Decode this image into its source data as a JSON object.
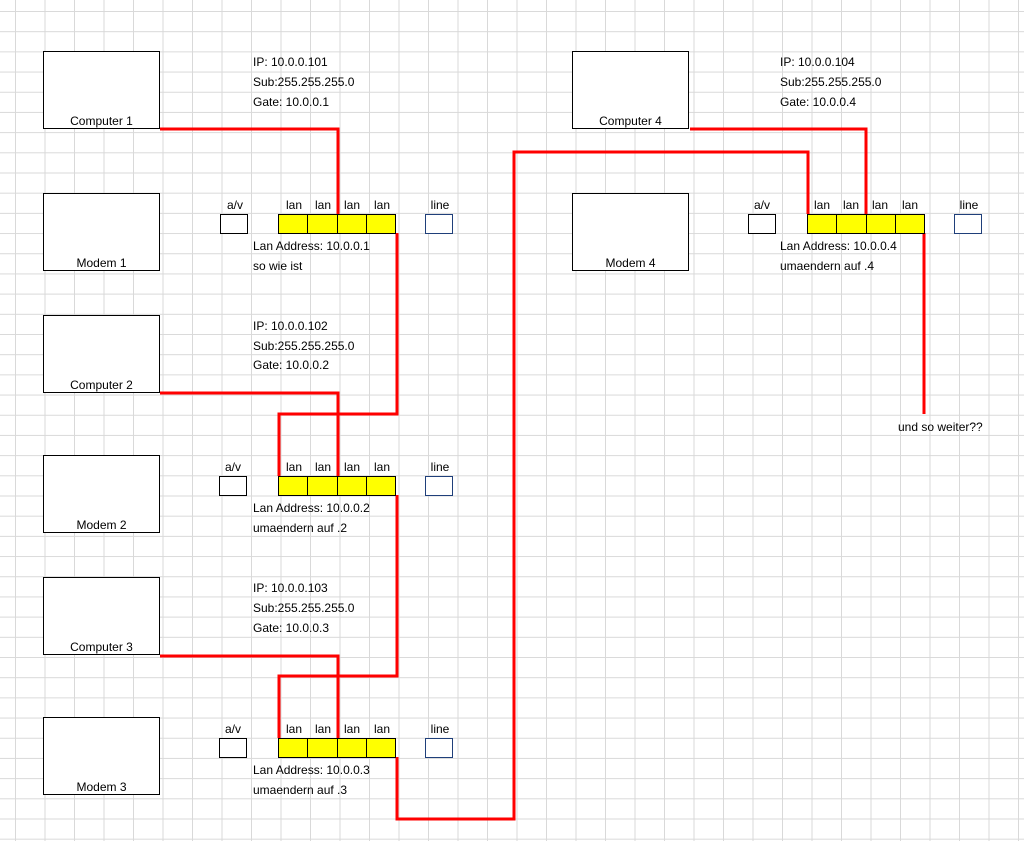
{
  "port_labels": {
    "av": "a/v",
    "lan": "lan",
    "line": "line"
  },
  "colors": {
    "cable": "#ff0000",
    "lan_port": "#ffff00",
    "line_port_border": "#1f3f7a",
    "grid": "#d9d9d9"
  },
  "computers": [
    {
      "label": "Computer 1",
      "ip": "IP: 10.0.0.101",
      "sub": "Sub:255.255.255.0",
      "gate": "Gate: 10.0.0.1"
    },
    {
      "label": "Computer 2",
      "ip": "IP: 10.0.0.102",
      "sub": "Sub:255.255.255.0",
      "gate": "Gate: 10.0.0.2"
    },
    {
      "label": "Computer 3",
      "ip": "IP: 10.0.0.103",
      "sub": "Sub:255.255.255.0",
      "gate": "Gate: 10.0.0.3"
    },
    {
      "label": "Computer 4",
      "ip": "IP: 10.0.0.104",
      "sub": "Sub:255.255.255.0",
      "gate": "Gate: 10.0.0.4"
    }
  ],
  "modems": [
    {
      "label": "Modem 1",
      "lan_address": "Lan Address: 10.0.0.1",
      "note": "so wie ist"
    },
    {
      "label": "Modem 2",
      "lan_address": "Lan Address: 10.0.0.2",
      "note": "umaendern auf .2"
    },
    {
      "label": "Modem 3",
      "lan_address": "Lan Address: 10.0.0.3",
      "note": "umaendern auf .3"
    },
    {
      "label": "Modem 4",
      "lan_address": "Lan Address: 10.0.0.4",
      "note": "umaendern auf .4"
    }
  ],
  "continuation": "und so weiter??"
}
